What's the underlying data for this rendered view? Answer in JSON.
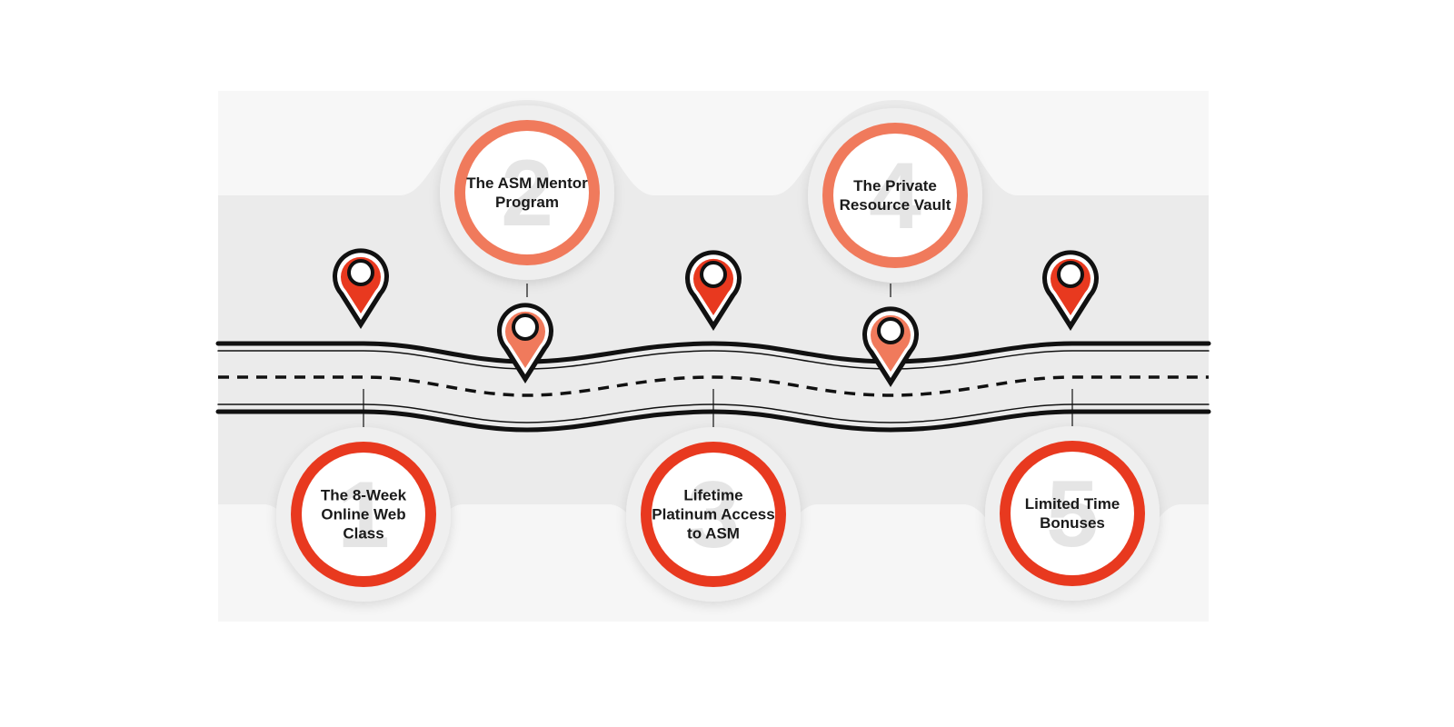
{
  "colors": {
    "accent": "#E8391F",
    "accent_light": "#F07A5C",
    "panel_light": "#F1F1F1",
    "panel_bg": "#E9E9E9",
    "road": "#111111",
    "digit": "#E5E5E5"
  },
  "steps": [
    {
      "number": "1",
      "label": "The 8-Week Online Web Class",
      "ring": "accent"
    },
    {
      "number": "2",
      "label": "The ASM Mentor Program",
      "ring": "accent_light"
    },
    {
      "number": "3",
      "label": "Lifetime Platinum Access to ASM",
      "ring": "accent"
    },
    {
      "number": "4",
      "label": "The Private Resource Vault",
      "ring": "accent_light"
    },
    {
      "number": "5",
      "label": "Limited Time Bonuses",
      "ring": "accent"
    }
  ],
  "pins": [
    {
      "icon": "map-pin-icon",
      "style": "accent"
    },
    {
      "icon": "map-pin-icon",
      "style": "accent_light"
    },
    {
      "icon": "map-pin-icon",
      "style": "accent"
    },
    {
      "icon": "map-pin-icon",
      "style": "accent_light"
    },
    {
      "icon": "map-pin-icon",
      "style": "accent"
    }
  ]
}
